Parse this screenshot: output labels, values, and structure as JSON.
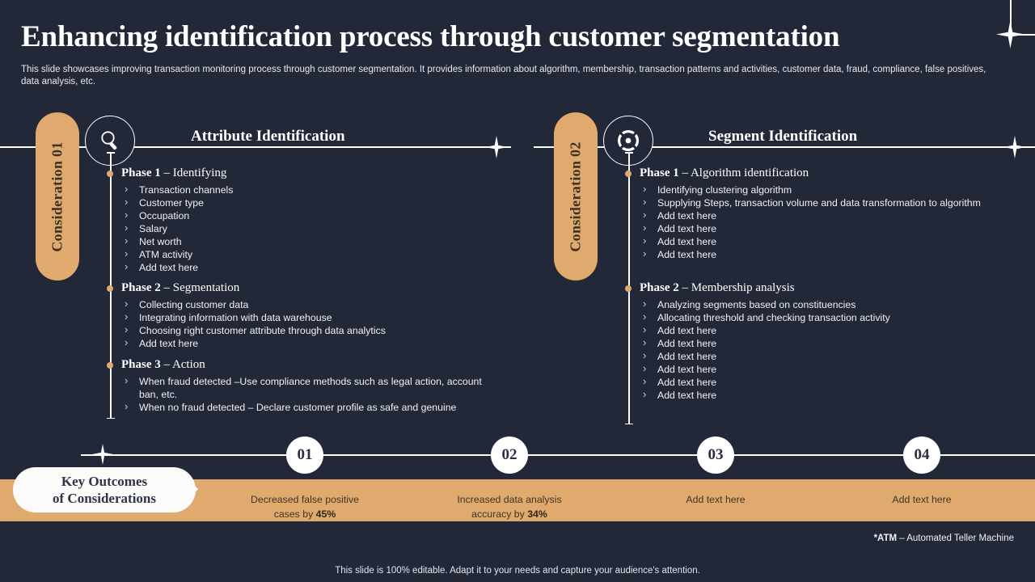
{
  "slide": {
    "title": "Enhancing identification process through customer segmentation",
    "subtitle": "This slide showcases improving transaction monitoring process through customer segmentation. It provides information about algorithm, membership, transaction patterns and activities, customer data, fraud, compliance, false positives, data analysis, etc.",
    "footer_note": "This slide is 100% editable. Adapt it to your needs and capture your audience's attention.",
    "abbr_note_bold": "*ATM",
    "abbr_note_rest": " – Automated Teller Machine"
  },
  "colors": {
    "background": "#222838",
    "accent_tan": "#e0aa6e",
    "text_light": "#ffffff",
    "circle_fill": "#ffffff",
    "pill_text": "#3a3224"
  },
  "columns": [
    {
      "badge": "Consideration 01",
      "heading": "Attribute Identification",
      "icon": "magnifier-icon",
      "phases": [
        {
          "label": "Phase 1",
          "dash": " – ",
          "name": "Identifying",
          "items": [
            "Transaction channels",
            "Customer type",
            "Occupation",
            "Salary",
            "Net worth",
            "ATM activity",
            "Add text here"
          ]
        },
        {
          "label": "Phase 2",
          "dash": " – ",
          "name": "Segmentation",
          "items": [
            "Collecting customer data",
            "Integrating information with data warehouse",
            "Choosing right customer attribute through data analytics",
            "Add text here"
          ]
        },
        {
          "label": "Phase 3",
          "dash": " – ",
          "name": "Action",
          "items": [
            "When fraud detected –Use compliance methods such as legal action, account ban, etc.",
            "When no fraud detected  – Declare customer profile as safe and genuine"
          ]
        }
      ]
    },
    {
      "badge": "Consideration 02",
      "heading": "Segment Identification",
      "icon": "segmentation-icon",
      "phases": [
        {
          "label": "Phase 1",
          "dash": " – ",
          "name": "Algorithm identification",
          "items": [
            "Identifying clustering algorithm",
            "Supplying Steps, transaction volume  and data transformation to algorithm",
            "Add text here",
            "Add text here",
            "Add text here",
            "Add text here"
          ]
        },
        {
          "label": "Phase 2",
          "dash": " – ",
          "name": "Membership analysis",
          "items": [
            "Analyzing segments based on constituencies",
            "Allocating threshold and checking transaction activity",
            "Add text here",
            "Add text here",
            "Add text here",
            "Add text here",
            "Add text here",
            "Add text here"
          ]
        }
      ]
    }
  ],
  "key_outcomes": {
    "label_line1": "Key Outcomes",
    "label_line2": "of Considerations",
    "items": [
      {
        "number": "01",
        "line1": "Decreased false positive",
        "line2_pre": "cases by ",
        "line2_bold": "45%"
      },
      {
        "number": "02",
        "line1": "Increased data analysis",
        "line2_pre": "accuracy by ",
        "line2_bold": "34%"
      },
      {
        "number": "03",
        "line1": "Add text here",
        "line2_pre": "",
        "line2_bold": ""
      },
      {
        "number": "04",
        "line1": "Add text here",
        "line2_pre": "",
        "line2_bold": ""
      }
    ]
  }
}
